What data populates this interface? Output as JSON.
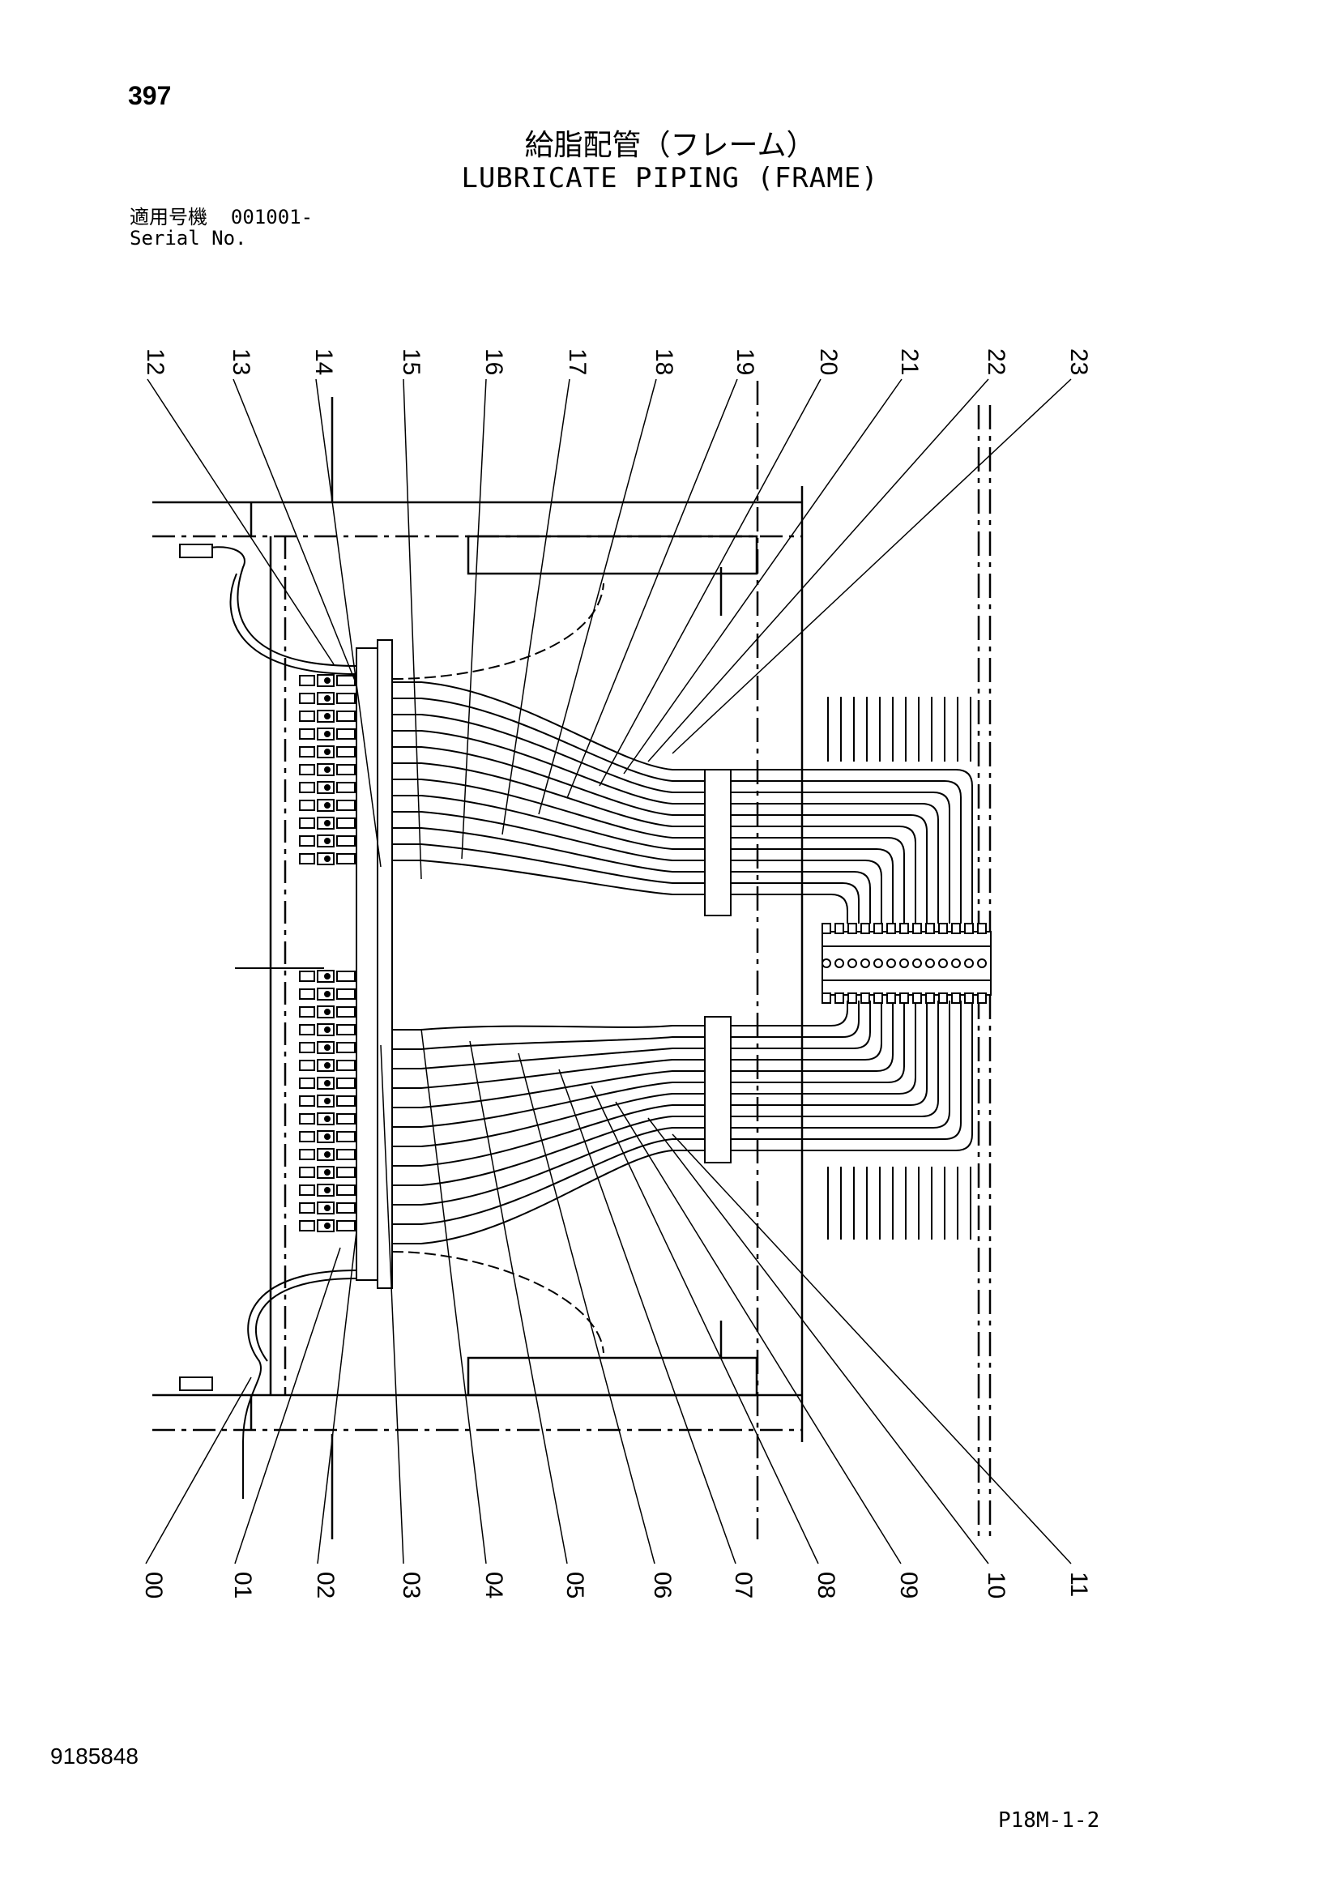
{
  "header": {
    "page_number": "397",
    "title_japanese": "給脂配管（フレーム）",
    "title_english": "LUBRICATE PIPING (FRAME)",
    "serial_label_japanese": "適用号機",
    "serial_value": "001001-",
    "serial_label_english": "Serial No."
  },
  "callouts_top": [
    "12",
    "13",
    "14",
    "15",
    "16",
    "17",
    "18",
    "19",
    "20",
    "21",
    "22",
    "23"
  ],
  "callouts_bottom": [
    "00",
    "01",
    "02",
    "03",
    "04",
    "05",
    "06",
    "07",
    "08",
    "09",
    "10",
    "11"
  ],
  "footer": {
    "document_number": "9185848",
    "page_code": "P18M-1-2"
  }
}
